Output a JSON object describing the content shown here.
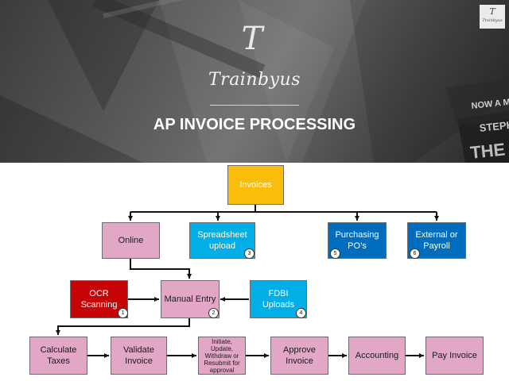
{
  "header": {
    "logo_monogram": "T",
    "brand": "Trainbyus",
    "title": "AP INVOICE PROCESSING",
    "corner_badge": {
      "monogram": "T",
      "name": "Trainbyus"
    },
    "background_text": [
      "NOW A M",
      "STEPH",
      "THE"
    ]
  },
  "flow": {
    "invoices": "Invoices",
    "online": "Online",
    "spreadsheet": {
      "label": "Spreadsheet upload",
      "number": "3"
    },
    "purchasing": {
      "label": "Purchasing PO’s",
      "number": "5"
    },
    "external": {
      "label": "External or Payroll",
      "number": "6"
    },
    "ocr": {
      "label": "OCR Scanning",
      "number": "1"
    },
    "manual": {
      "label": "Manual Entry",
      "number": "2"
    },
    "fdbi": {
      "label": "FDBI Uploads",
      "number": "4"
    },
    "calculate": "Calculate Taxes",
    "validate": "Validate Invoice",
    "initiate": "Initiate, Update, Withdraw or Resubmit for approval",
    "approve": "Approve Invoice",
    "accounting": "Accounting",
    "pay": "Pay Invoice"
  },
  "colors": {
    "invoices": "#FBBD0B",
    "online_and_steps": "#E2A7C7",
    "spreadsheet_fdbi": "#02AEE8",
    "purchasing_external": "#006DBF",
    "ocr": "#C70405",
    "connector": "#111111"
  }
}
